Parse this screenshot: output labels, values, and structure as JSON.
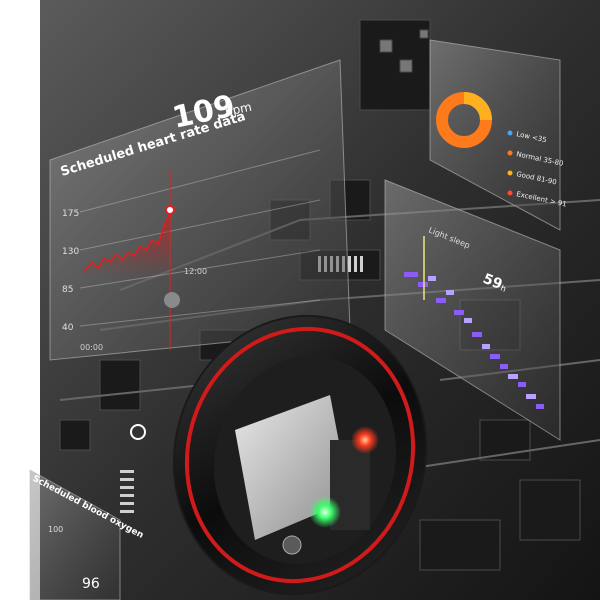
{
  "hr_panel": {
    "title": "Scheduled heart rate data",
    "value": "109",
    "unit": "bpm",
    "y_ticks": [
      "175",
      "130",
      "85",
      "40"
    ],
    "x_ticks": [
      "00:00",
      "12:00"
    ]
  },
  "donut_panel": {
    "legend": [
      {
        "label": "Low <35",
        "color": "#4aa3ff"
      },
      {
        "label": "Normal 35-80",
        "color": "#ff7a1a"
      },
      {
        "label": "Good 81-90",
        "color": "#ffb020"
      },
      {
        "label": "Excellent > 91",
        "color": "#ff4d2a"
      }
    ]
  },
  "sleep_panel": {
    "title": "Light sleep",
    "value": "59",
    "unit": "h"
  },
  "bp_panel": {
    "title": "Scheduled blood oxygen",
    "tick": "100",
    "value": "96"
  },
  "colors": {
    "ring_red": "#d11a1a",
    "led_red": "#ff3b1f",
    "led_green": "#39ff6a",
    "sleep_purple": "#8b5cf6"
  }
}
